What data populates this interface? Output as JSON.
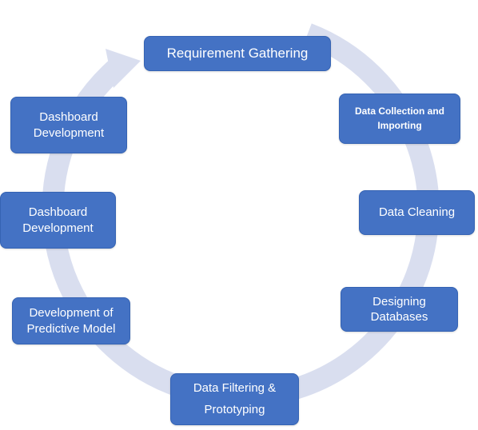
{
  "diagram": {
    "type": "cycle",
    "colors": {
      "node_fill": "#4472c4",
      "arrow": "#d9deef",
      "text": "#ffffff"
    },
    "steps": [
      {
        "label": "Requirement Gathering"
      },
      {
        "label": "Data Collection and\nImporting"
      },
      {
        "label": "Data Cleaning"
      },
      {
        "label": "Designing\nDatabases"
      },
      {
        "label": "Data Filtering &\nPrototyping"
      },
      {
        "label": "Development of\nPredictive Model"
      },
      {
        "label": "Dashboard\nDevelopment"
      },
      {
        "label": "Dashboard\nDevelopment"
      }
    ]
  }
}
